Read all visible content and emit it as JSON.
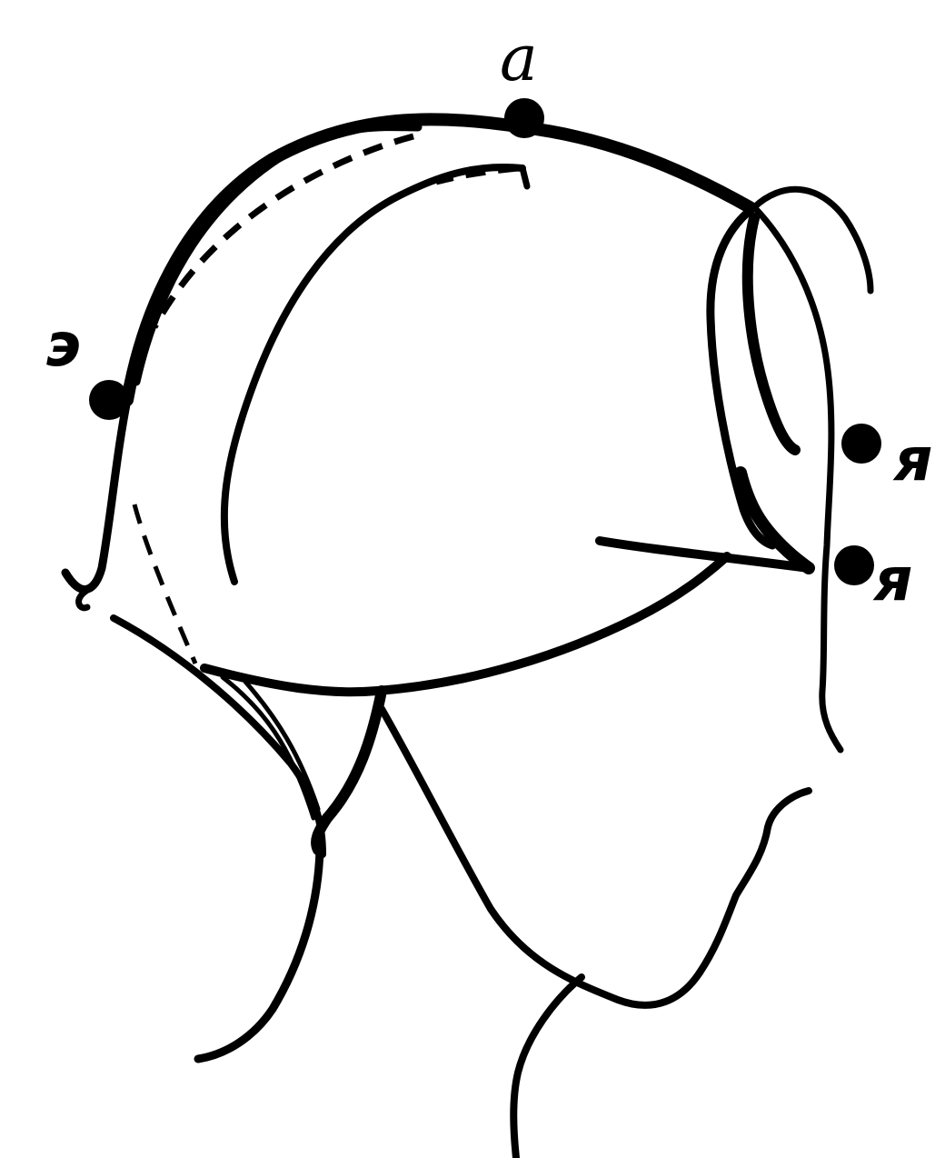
{
  "labels": {
    "top": "a",
    "left": "э",
    "right_upper": "я",
    "right_lower": "я"
  },
  "colors": {
    "ink": "#000000",
    "background": "#ffffff"
  }
}
